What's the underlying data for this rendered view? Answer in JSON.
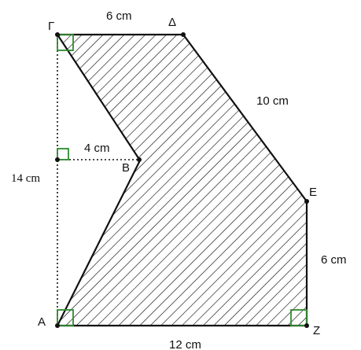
{
  "vertices": {
    "gamma": "Γ",
    "delta": "Δ",
    "e": "E",
    "z": "Z",
    "a": "Α",
    "b": "Β"
  },
  "lengths": {
    "gamma_delta": "6 cm",
    "delta_e": "10 cm",
    "e_z": "6 cm",
    "a_z": "12 cm",
    "gamma_a": "14 cm",
    "b_distance": "4 cm"
  },
  "colors": {
    "outline": "#111111",
    "hatch": "#111111",
    "right_angle_mark": "#2e8b2e",
    "construction_line": "#111111"
  }
}
